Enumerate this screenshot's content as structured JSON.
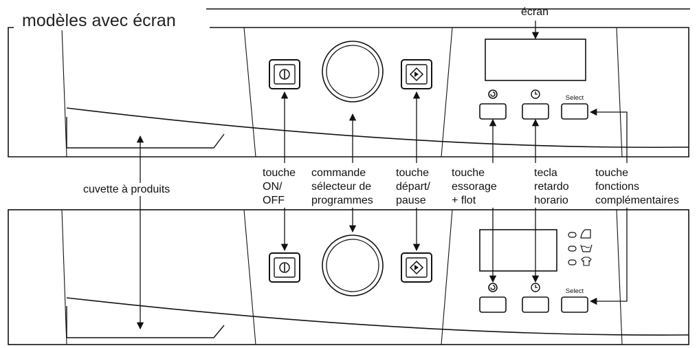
{
  "title": "modèles avec écran",
  "labels": {
    "screen": "écran",
    "dispenser": "cuvette à produits",
    "on_off": [
      "touche",
      "ON/",
      "OFF"
    ],
    "selector": [
      "commande",
      "sélecteur de",
      "programmes"
    ],
    "start_pause": [
      "touche",
      "départ/",
      "pause"
    ],
    "spin_rinse": [
      "touche",
      "essorage",
      "+ flot"
    ],
    "delay": [
      "tecla",
      "retardo",
      "horario"
    ],
    "functions": [
      "touche",
      "fonctions",
      "complémentaires"
    ]
  },
  "select_label": "Select",
  "icons": {
    "power": "power-icon",
    "start": "start-pause-icon",
    "spin": "spiral-spin-icon",
    "clock": "clock-icon",
    "iron": "iron-icon",
    "wash": "wash-tub-icon",
    "shirt": "shirt-icon"
  },
  "colors": {
    "line": "#111111",
    "background": "#ffffff"
  }
}
